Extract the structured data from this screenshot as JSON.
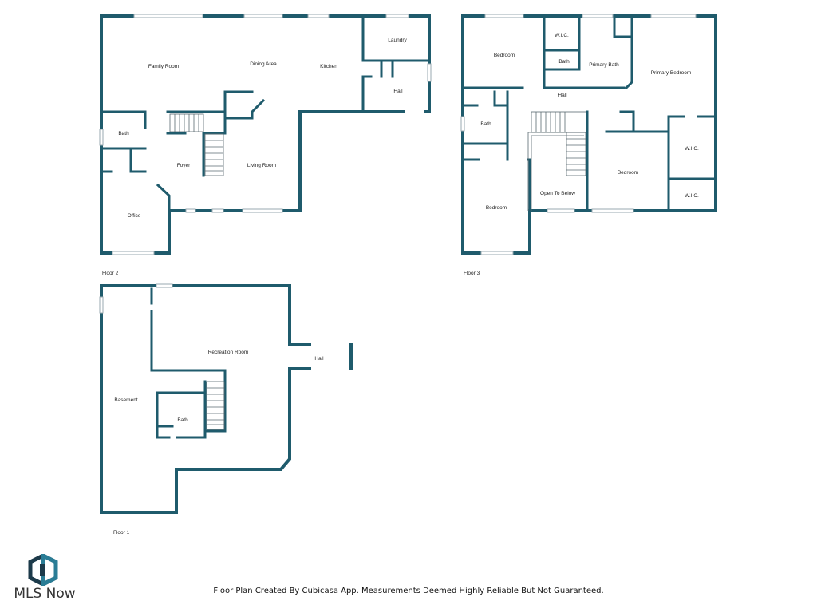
{
  "floors": {
    "floor2": {
      "label": "Floor 2",
      "rooms": {
        "family_room": "Family Room",
        "dining_area": "Dining Area",
        "kitchen": "Kitchen",
        "laundry": "Laundry",
        "hall": "Hall",
        "bath": "Bath",
        "foyer": "Foyer",
        "living_room": "Living Room",
        "office": "Office"
      }
    },
    "floor3": {
      "label": "Floor 3",
      "rooms": {
        "bedroom_nw": "Bedroom",
        "wic_top": "W.I.C.",
        "bath_small": "Bath",
        "primary_bath": "Primary Bath",
        "primary_bedroom": "Primary Bedroom",
        "hall": "Hall",
        "bath_west": "Bath",
        "wic_east_upper": "W.I.C.",
        "bedroom_center": "Bedroom",
        "open_to_below": "Open To Below",
        "wic_east_lower": "W.I.C.",
        "bedroom_sw": "Bedroom"
      }
    },
    "floor1": {
      "label": "Floor 1",
      "rooms": {
        "recreation_room": "Recreation Room",
        "hall": "Hall",
        "basement": "Basement",
        "bath": "Bath"
      }
    }
  },
  "footer": {
    "disclaimer": "Floor Plan Created By Cubicasa App. Measurements Deemed Highly Reliable But Not Guaranteed."
  },
  "logo": {
    "text": "MLS Now",
    "icon": "hexagon-d-logo-icon",
    "colors": {
      "dark": "#1c3a4a",
      "accent": "#2a7d96"
    }
  },
  "colors": {
    "wall": "#1f5b6c",
    "background": "#ffffff"
  }
}
